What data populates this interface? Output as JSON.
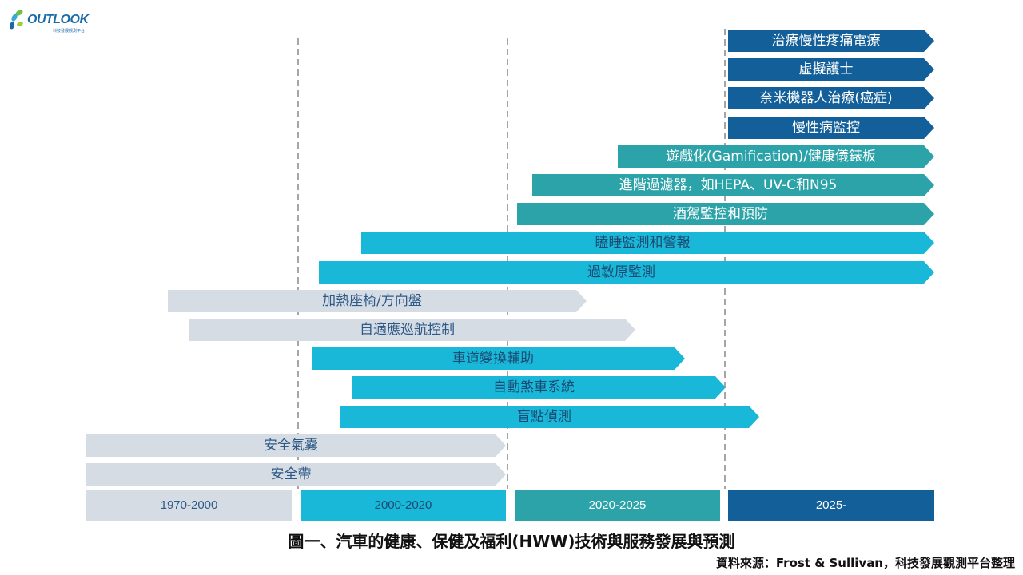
{
  "logo": {
    "text": "OUTLOOK",
    "subtitle": "科技發展觀測平台"
  },
  "colors": {
    "gray": "#d6dce4",
    "gray_text": "#2e5a88",
    "cyan": "#1ab8d8",
    "cyan_text": "#1a4a73",
    "teal": "#2ba3a8",
    "navy": "#135f99",
    "white_text": "#ffffff",
    "divider": "#a6a6a6"
  },
  "periods": [
    {
      "label": "1970-2000",
      "style": "gray"
    },
    {
      "label": "2000-2020",
      "style": "cyan"
    },
    {
      "label": "2020-2025",
      "style": "teal"
    },
    {
      "label": "2025-",
      "style": "navy"
    }
  ],
  "technologies": [
    {
      "label": "治療慢性疼痛電療",
      "start": "2025",
      "end": "beyond",
      "style": "navy"
    },
    {
      "label": "虛擬護士",
      "start": "2025",
      "end": "beyond",
      "style": "navy"
    },
    {
      "label": "奈米機器人治療(癌症)",
      "start": "2025",
      "end": "beyond",
      "style": "navy"
    },
    {
      "label": "慢性病監控",
      "start": "2025",
      "end": "beyond",
      "style": "navy"
    },
    {
      "label": "遊戲化(Gamification)/健康儀錶板",
      "start": "2020-2025",
      "end": "beyond",
      "style": "teal"
    },
    {
      "label": "進階過濾器，如HEPA、UV-C和N95",
      "start": "2020-2025",
      "end": "beyond",
      "style": "teal"
    },
    {
      "label": "酒駕監控和預防",
      "start": "2020-2025",
      "end": "beyond",
      "style": "teal"
    },
    {
      "label": "瞌睡監測和警報",
      "start": "2000-2020",
      "end": "beyond",
      "style": "cyan"
    },
    {
      "label": "過敏原監測",
      "start": "2000-2020",
      "end": "beyond",
      "style": "cyan"
    },
    {
      "label": "加熱座椅/方向盤",
      "start": "1970-2000",
      "end": "2020-2025",
      "style": "gray"
    },
    {
      "label": "自適應巡航控制",
      "start": "1970-2000",
      "end": "2020-2025",
      "style": "gray"
    },
    {
      "label": "車道變換輔助",
      "start": "2000-2020",
      "end": "2020-2025",
      "style": "cyan"
    },
    {
      "label": "自動煞車系統",
      "start": "2000-2020",
      "end": "2025",
      "style": "cyan"
    },
    {
      "label": "盲點偵測",
      "start": "2000-2020",
      "end": "2025-",
      "style": "cyan"
    },
    {
      "label": "安全氣囊",
      "start": "1970-2000",
      "end": "2020",
      "style": "gray"
    },
    {
      "label": "安全帶",
      "start": "1970-2000",
      "end": "2020",
      "style": "gray"
    }
  ],
  "caption": "圖一、汽車的健康、保健及福利(HWW)技術與服務發展與預測",
  "source": "資料來源：Frost & Sullivan，科技發展觀測平台整理"
}
